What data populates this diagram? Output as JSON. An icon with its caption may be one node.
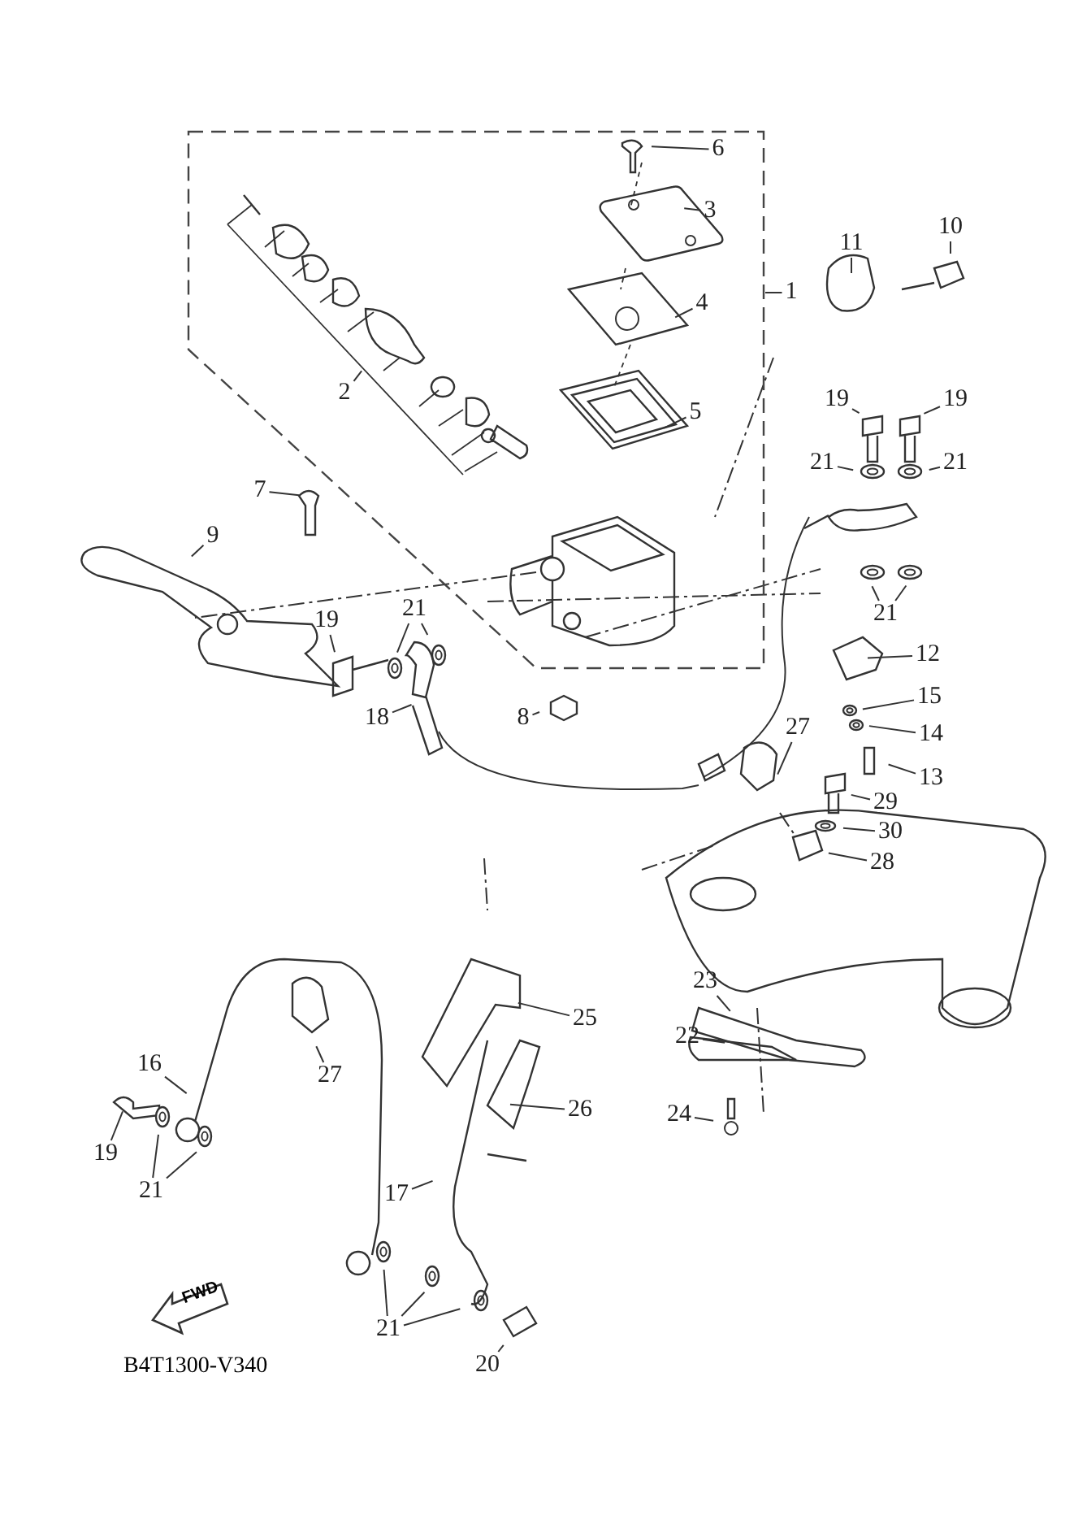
{
  "diagram": {
    "nodes": [
      {
        "text": [],
        "shape": "box"
      },
      {
        "text": [
          "6"
        ],
        "in": 0
      },
      {
        "text": [
          "3"
        ],
        "in": 0
      },
      {
        "text": [
          "10"
        ]
      },
      {
        "text": [
          "11"
        ]
      },
      {
        "text": [
          "1"
        ]
      },
      {
        "text": [
          "4"
        ],
        "in": 0
      },
      {
        "text": [
          "2"
        ],
        "in": 0
      },
      {
        "text": [
          "5"
        ],
        "in": 0
      },
      {
        "text": [
          "19"
        ]
      },
      {
        "text": [
          "19"
        ]
      },
      {
        "text": [
          "21"
        ]
      },
      {
        "text": [
          "21"
        ]
      },
      {
        "text": [
          "7"
        ]
      },
      {
        "text": [
          "9"
        ]
      },
      {
        "text": [
          "21"
        ]
      },
      {
        "text": [
          "12"
        ]
      },
      {
        "text": [
          "19"
        ]
      },
      {
        "text": [
          "21"
        ]
      },
      {
        "text": [
          "18"
        ]
      },
      {
        "text": [
          "8"
        ]
      },
      {
        "text": [
          "15"
        ]
      },
      {
        "text": [
          "14"
        ]
      },
      {
        "text": [
          "27"
        ]
      },
      {
        "text": [
          "13"
        ]
      },
      {
        "text": [
          "29"
        ]
      },
      {
        "text": [
          "30"
        ]
      },
      {
        "text": [
          "28"
        ]
      },
      {
        "text": [
          "23"
        ]
      },
      {
        "text": [
          "22"
        ]
      },
      {
        "text": [
          "25"
        ]
      },
      {
        "text": [
          "16"
        ]
      },
      {
        "text": [
          "27"
        ]
      },
      {
        "text": [
          "26"
        ]
      },
      {
        "text": [
          "24"
        ]
      },
      {
        "text": [
          "19"
        ]
      },
      {
        "text": [
          "17"
        ]
      },
      {
        "text": [
          "21"
        ]
      },
      {
        "text": [
          "21"
        ]
      },
      {
        "text": [
          "20"
        ]
      }
    ],
    "edges": [
      {
        "from": 1,
        "to": null,
        "arrow": "none"
      },
      {
        "from": 2,
        "to": null,
        "arrow": "none"
      },
      {
        "from": 3,
        "to": null,
        "arrow": "none"
      },
      {
        "from": 4,
        "to": null,
        "arrow": "none"
      },
      {
        "from": 5,
        "to": 0,
        "arrow": "none"
      },
      {
        "from": 6,
        "to": null,
        "arrow": "none"
      },
      {
        "from": 7,
        "to": null,
        "arrow": "none"
      },
      {
        "from": 8,
        "to": null,
        "arrow": "none"
      },
      {
        "from": 9,
        "to": null,
        "arrow": "none"
      },
      {
        "from": 10,
        "to": null,
        "arrow": "none"
      },
      {
        "from": 11,
        "to": null,
        "arrow": "none"
      },
      {
        "from": 12,
        "to": null,
        "arrow": "none"
      },
      {
        "from": 13,
        "to": null,
        "arrow": "none"
      },
      {
        "from": 14,
        "to": null,
        "arrow": "none"
      },
      {
        "from": 15,
        "to": null,
        "arrow": "none"
      },
      {
        "from": 15,
        "to": null,
        "arrow": "none"
      },
      {
        "from": 16,
        "to": null,
        "arrow": "none"
      },
      {
        "from": 17,
        "to": null,
        "arrow": "none"
      },
      {
        "from": 18,
        "to": null,
        "arrow": "none"
      },
      {
        "from": 18,
        "to": null,
        "arrow": "none"
      },
      {
        "from": 19,
        "to": null,
        "arrow": "none"
      },
      {
        "from": 20,
        "to": null,
        "arrow": "none"
      },
      {
        "from": 21,
        "to": null,
        "arrow": "none"
      },
      {
        "from": 22,
        "to": null,
        "arrow": "none"
      },
      {
        "from": 23,
        "to": null,
        "arrow": "none"
      },
      {
        "from": 24,
        "to": null,
        "arrow": "none"
      },
      {
        "from": 25,
        "to": null,
        "arrow": "none"
      },
      {
        "from": 26,
        "to": null,
        "arrow": "none"
      },
      {
        "from": 27,
        "to": null,
        "arrow": "none"
      },
      {
        "from": 28,
        "to": null,
        "arrow": "none"
      },
      {
        "from": 29,
        "to": null,
        "arrow": "none"
      },
      {
        "from": 30,
        "to": null,
        "arrow": "none"
      },
      {
        "from": 31,
        "to": null,
        "arrow": "none"
      },
      {
        "from": 32,
        "to": null,
        "arrow": "none"
      },
      {
        "from": 33,
        "to": null,
        "arrow": "none"
      },
      {
        "from": 34,
        "to": null,
        "arrow": "none"
      },
      {
        "from": 35,
        "to": null,
        "arrow": "none"
      },
      {
        "from": 36,
        "to": null,
        "arrow": "none"
      },
      {
        "from": 37,
        "to": null,
        "arrow": "none"
      },
      {
        "from": 37,
        "to": null,
        "arrow": "none"
      },
      {
        "from": 38,
        "to": null,
        "arrow": "none"
      },
      {
        "from": 38,
        "to": null,
        "arrow": "none"
      },
      {
        "from": 38,
        "to": null,
        "arrow": "none"
      },
      {
        "from": 39,
        "to": null,
        "arrow": "none"
      }
    ],
    "labels": [
      "FWD",
      "B4T1300-V340"
    ]
  }
}
